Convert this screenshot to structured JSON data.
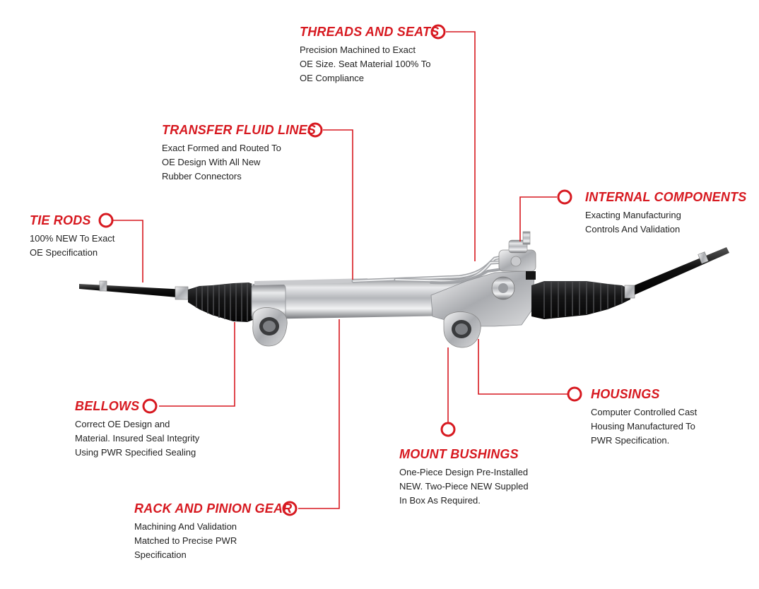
{
  "colors": {
    "accent": "#d71920",
    "text": "#222222"
  },
  "callouts": {
    "threads": {
      "title": "THREADS AND SEATS",
      "lines": [
        "Precision Machined to Exact",
        "OE Size. Seat Material 100% To",
        "OE Compliance"
      ]
    },
    "transfer": {
      "title": "TRANSFER FLUID LINES",
      "lines": [
        "Exact Formed and Routed To",
        "OE Design With All New",
        "Rubber Connectors"
      ]
    },
    "tierods": {
      "title": "TIE RODS",
      "lines": [
        "100% NEW To Exact",
        "OE Specification"
      ]
    },
    "internal": {
      "title": "INTERNAL COMPONENTS",
      "lines": [
        "Exacting Manufacturing",
        "Controls And Validation"
      ]
    },
    "bellows": {
      "title": "BELLOWS",
      "lines": [
        "Correct OE Design and",
        "Material. Insured Seal Integrity",
        "Using PWR Specified Sealing"
      ]
    },
    "housings": {
      "title": "HOUSINGS",
      "lines": [
        "Computer Controlled Cast",
        "Housing Manufactured To",
        "PWR Specification."
      ]
    },
    "mount": {
      "title": "MOUNT BUSHINGS",
      "lines": [
        "One-Piece Design Pre-Installed",
        "NEW. Two-Piece NEW Suppled",
        "In Box As Required."
      ]
    },
    "rack": {
      "title": "RACK AND PINION GEAR",
      "lines": [
        "Machining And Validation",
        "Matched to Precise PWR",
        "Specification"
      ]
    }
  }
}
